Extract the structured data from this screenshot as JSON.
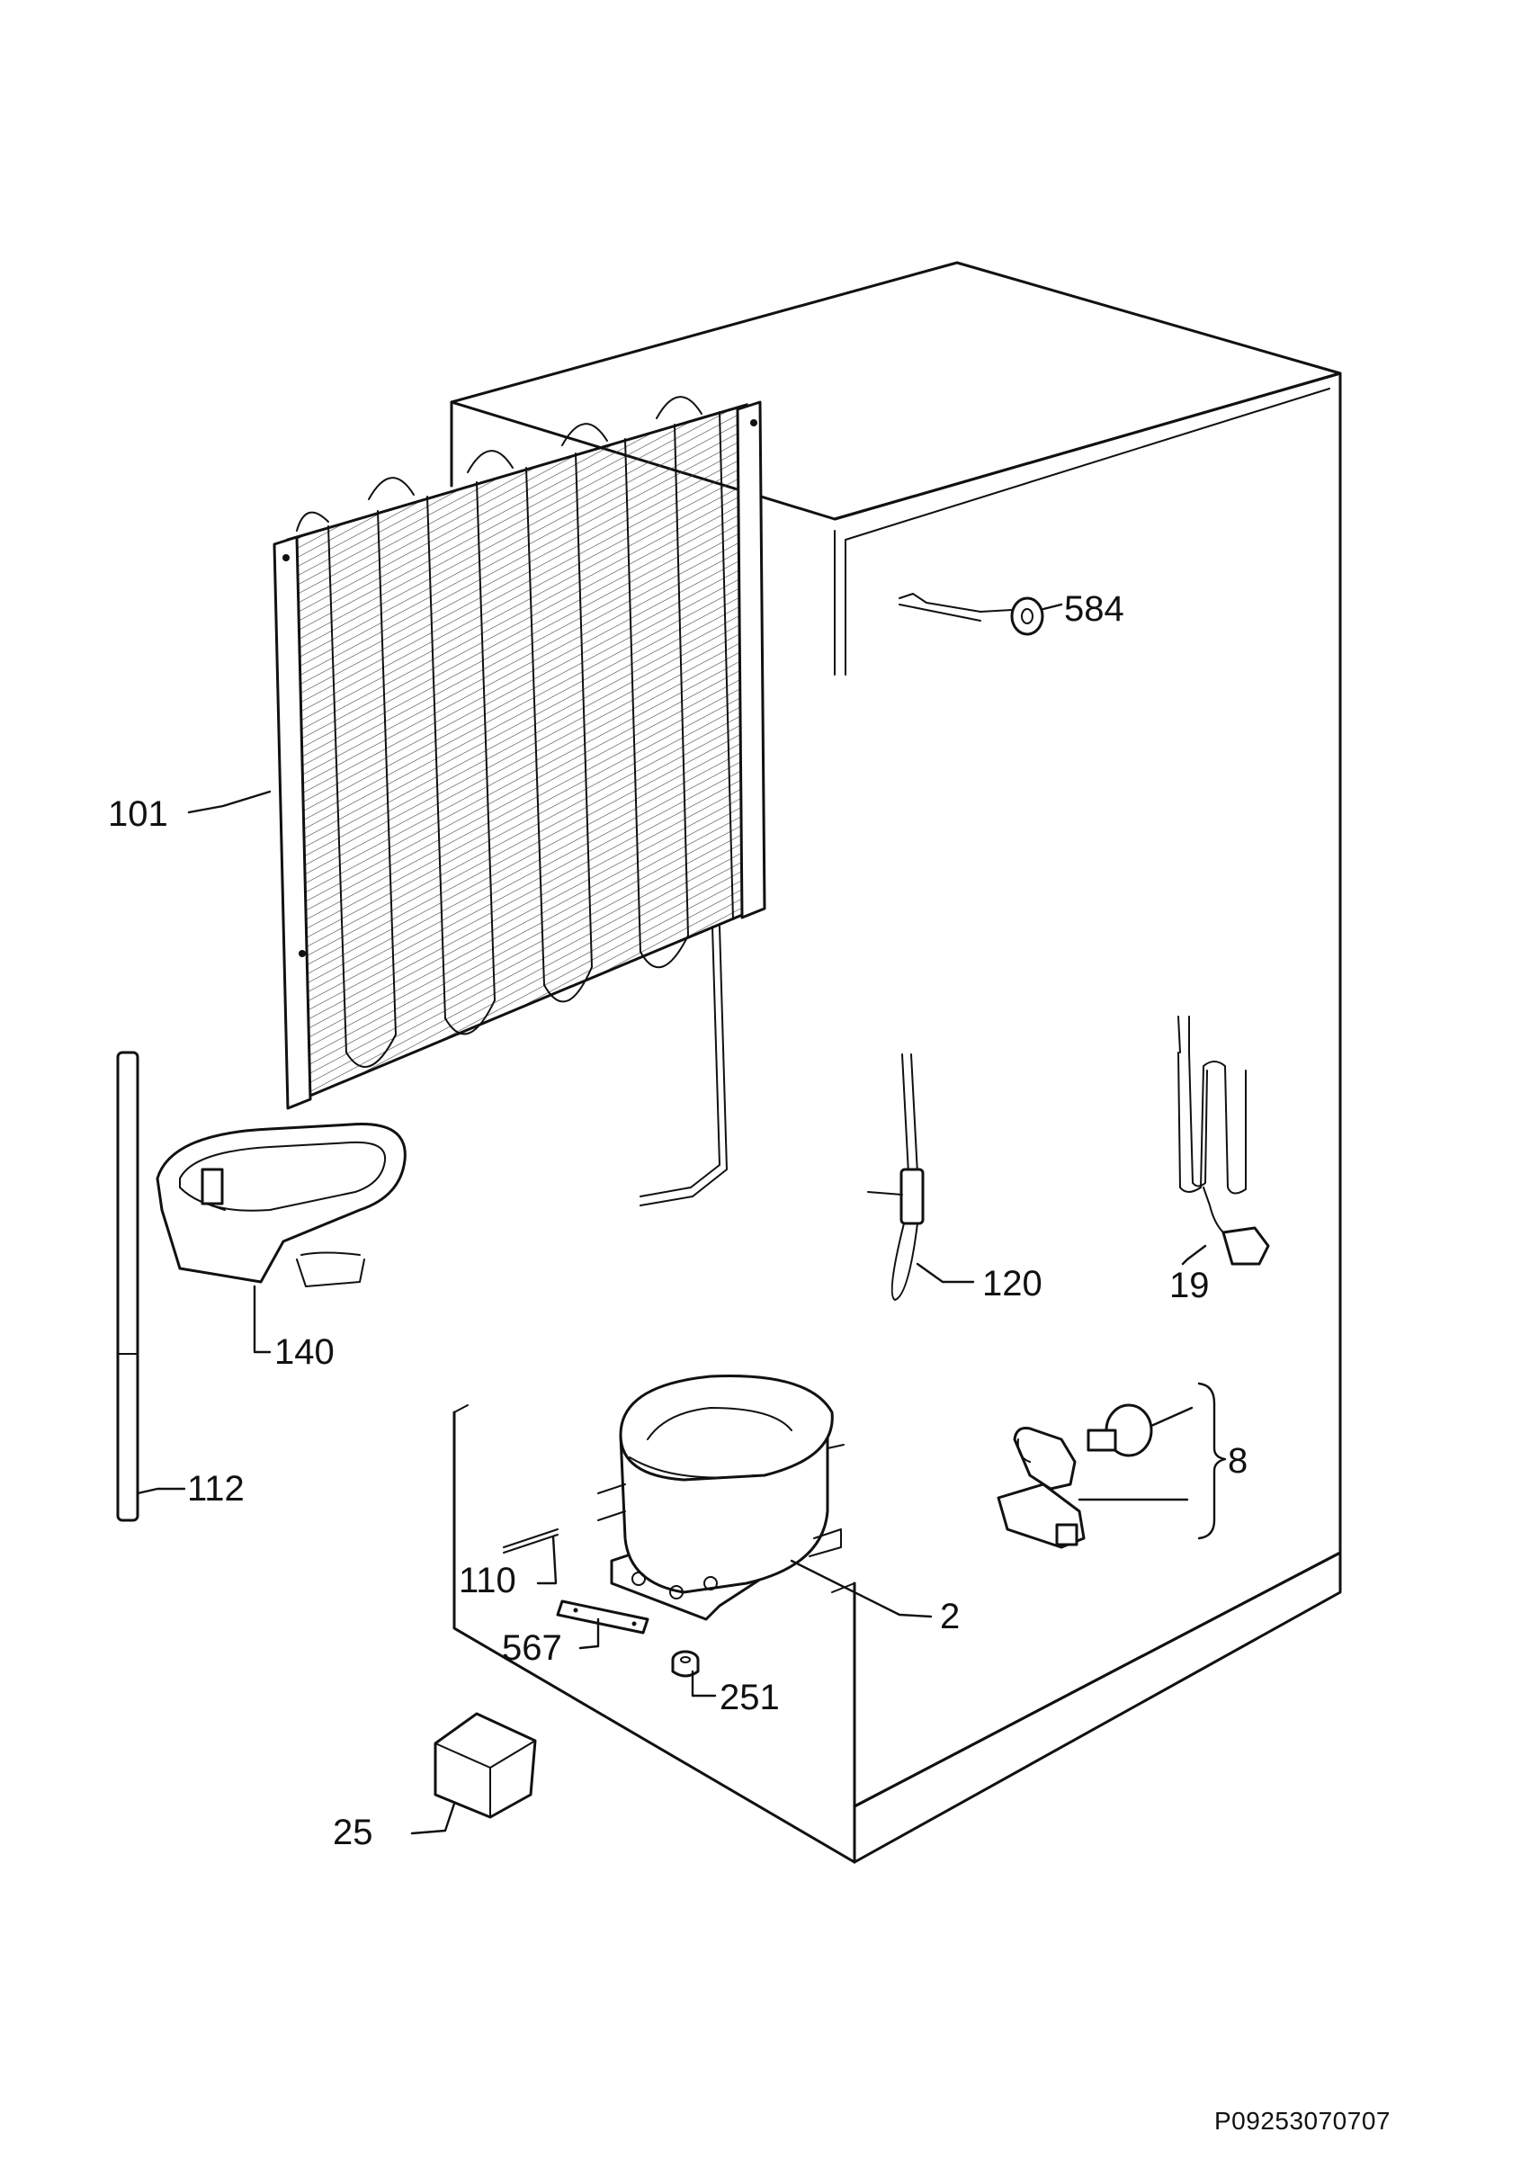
{
  "diagram": {
    "reference_code": "P09253070707",
    "callouts": [
      {
        "id": "584",
        "label": "584"
      },
      {
        "id": "101",
        "label": "101"
      },
      {
        "id": "140",
        "label": "140"
      },
      {
        "id": "112",
        "label": "112"
      },
      {
        "id": "120",
        "label": "120"
      },
      {
        "id": "19",
        "label": "19"
      },
      {
        "id": "8",
        "label": "8"
      },
      {
        "id": "110",
        "label": "110"
      },
      {
        "id": "2",
        "label": "2"
      },
      {
        "id": "567",
        "label": "567"
      },
      {
        "id": "251",
        "label": "251"
      },
      {
        "id": "25",
        "label": "25"
      }
    ]
  }
}
